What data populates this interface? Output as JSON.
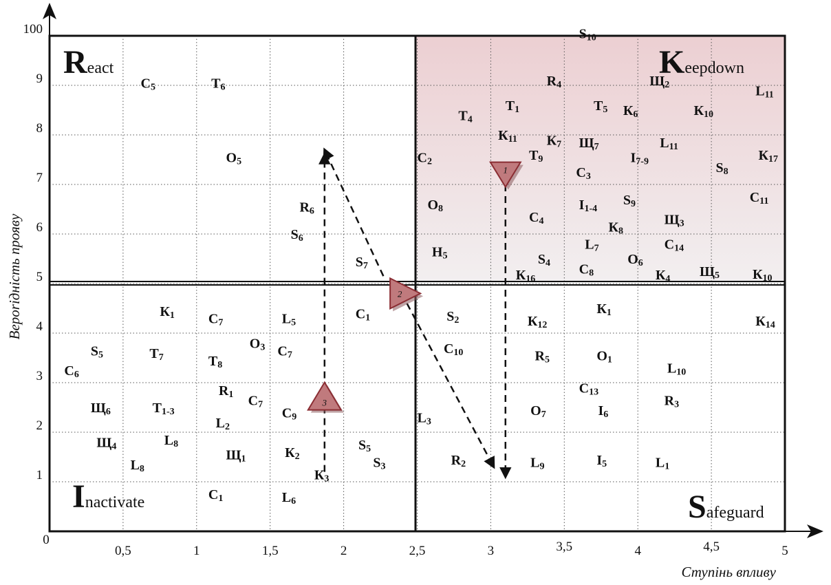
{
  "axes": {
    "x_title": "Ступінь впливу",
    "y_title": "Вероrідність прояву",
    "x_ticks": [
      {
        "v": 0,
        "t": "0"
      },
      {
        "v": 0.5,
        "t": "0,5"
      },
      {
        "v": 1,
        "t": "1"
      },
      {
        "v": 1.5,
        "t": "1,5"
      },
      {
        "v": 2,
        "t": "2"
      },
      {
        "v": 2.5,
        "t": "2,5"
      },
      {
        "v": 3,
        "t": "3"
      },
      {
        "v": 3.5,
        "t": "3,5"
      },
      {
        "v": 4,
        "t": "4"
      },
      {
        "v": 4.5,
        "t": "4,5"
      },
      {
        "v": 5,
        "t": "5"
      }
    ],
    "y_ticks": [
      {
        "v": 1,
        "t": "1"
      },
      {
        "v": 2,
        "t": "2"
      },
      {
        "v": 3,
        "t": "3"
      },
      {
        "v": 4,
        "t": "4"
      },
      {
        "v": 5,
        "t": "5"
      },
      {
        "v": 6,
        "t": "6"
      },
      {
        "v": 7,
        "t": "7"
      },
      {
        "v": 8,
        "t": "8"
      },
      {
        "v": 9,
        "t": "9"
      },
      {
        "v": 10,
        "t": "100"
      }
    ]
  },
  "quadrants": {
    "react": {
      "initial": "R",
      "rest": "eact"
    },
    "keepdown": {
      "initial": "K",
      "rest": "eepdown"
    },
    "inactivate": {
      "initial": "I",
      "rest": "nactivate"
    },
    "safeguard": {
      "initial": "S",
      "rest": "afeguard"
    }
  },
  "colors": {
    "keepdown_top": "#eccfd2",
    "keepdown_bottom": "#f2eff0",
    "marker_fill": "#c07a7d",
    "marker_stroke": "#8a2d33"
  },
  "markers": [
    {
      "num": "1",
      "dir": "down",
      "x": 3.1,
      "y": 7.2
    },
    {
      "num": "2",
      "dir": "right",
      "x": 2.4,
      "y": 4.8
    },
    {
      "num": "3",
      "dir": "up",
      "x": 1.87,
      "y": 2.7
    }
  ],
  "arrows": [
    {
      "from": [
        3.1,
        7.0
      ],
      "to": [
        3.1,
        1.1
      ]
    },
    {
      "from": [
        2.43,
        4.6
      ],
      "to": [
        3.02,
        1.3
      ]
    },
    {
      "from": [
        2.27,
        5.15
      ],
      "to": [
        1.87,
        7.7
      ]
    },
    {
      "from": [
        1.87,
        1.2
      ],
      "to": [
        1.87,
        7.6
      ]
    }
  ],
  "items": [
    {
      "b": "C",
      "s": "5",
      "x": 0.62,
      "y": 8.95
    },
    {
      "b": "T",
      "s": "6",
      "x": 1.1,
      "y": 8.95
    },
    {
      "b": "O",
      "s": "5",
      "x": 1.2,
      "y": 7.45
    },
    {
      "b": "R",
      "s": "6",
      "x": 1.7,
      "y": 6.45
    },
    {
      "b": "S",
      "s": "6",
      "x": 1.64,
      "y": 5.9
    },
    {
      "b": "S",
      "s": "7",
      "x": 2.08,
      "y": 5.35
    },
    {
      "b": "S",
      "s": "10",
      "x": 3.6,
      "y": 9.95
    },
    {
      "b": "R",
      "s": "4",
      "x": 3.38,
      "y": 9.0
    },
    {
      "b": "Щ",
      "s": "2",
      "x": 4.08,
      "y": 9.0
    },
    {
      "b": "L",
      "s": "11",
      "x": 4.8,
      "y": 8.8
    },
    {
      "b": "T",
      "s": "1",
      "x": 3.1,
      "y": 8.5
    },
    {
      "b": "T",
      "s": "5",
      "x": 3.7,
      "y": 8.5
    },
    {
      "b": "К",
      "s": "6",
      "x": 3.9,
      "y": 8.4
    },
    {
      "b": "К",
      "s": "10",
      "x": 4.38,
      "y": 8.4
    },
    {
      "b": "T",
      "s": "4",
      "x": 2.78,
      "y": 8.3
    },
    {
      "b": "К",
      "s": "11",
      "x": 3.05,
      "y": 7.9
    },
    {
      "b": "К",
      "s": "7",
      "x": 3.38,
      "y": 7.8
    },
    {
      "b": "Щ",
      "s": "7",
      "x": 3.6,
      "y": 7.75
    },
    {
      "b": "L",
      "s": "11",
      "x": 4.15,
      "y": 7.75
    },
    {
      "b": "C",
      "s": "2",
      "x": 2.5,
      "y": 7.45
    },
    {
      "b": "T",
      "s": "9",
      "x": 3.26,
      "y": 7.5
    },
    {
      "b": "I",
      "s": "7-9",
      "x": 3.95,
      "y": 7.45
    },
    {
      "b": "К",
      "s": "17",
      "x": 4.82,
      "y": 7.5
    },
    {
      "b": "S",
      "s": "8",
      "x": 4.53,
      "y": 7.25
    },
    {
      "b": "C",
      "s": "3",
      "x": 3.58,
      "y": 7.15
    },
    {
      "b": "O",
      "s": "8",
      "x": 2.57,
      "y": 6.5
    },
    {
      "b": "I",
      "s": "1-4",
      "x": 3.6,
      "y": 6.5
    },
    {
      "b": "S",
      "s": "9",
      "x": 3.9,
      "y": 6.6
    },
    {
      "b": "C",
      "s": "11",
      "x": 4.76,
      "y": 6.65
    },
    {
      "b": "C",
      "s": "4",
      "x": 3.26,
      "y": 6.25
    },
    {
      "b": "Щ",
      "s": "3",
      "x": 4.18,
      "y": 6.2
    },
    {
      "b": "К",
      "s": "8",
      "x": 3.8,
      "y": 6.05
    },
    {
      "b": "L",
      "s": "7",
      "x": 3.64,
      "y": 5.7
    },
    {
      "b": "C",
      "s": "14",
      "x": 4.18,
      "y": 5.7
    },
    {
      "b": "H",
      "s": "5",
      "x": 2.6,
      "y": 5.55
    },
    {
      "b": "S",
      "s": "4",
      "x": 3.32,
      "y": 5.4
    },
    {
      "b": "O",
      "s": "6",
      "x": 3.93,
      "y": 5.4
    },
    {
      "b": "C",
      "s": "8",
      "x": 3.6,
      "y": 5.2
    },
    {
      "b": "К",
      "s": "16",
      "x": 3.17,
      "y": 5.08
    },
    {
      "b": "К",
      "s": "4",
      "x": 4.12,
      "y": 5.08
    },
    {
      "b": "Щ",
      "s": "5",
      "x": 4.42,
      "y": 5.15
    },
    {
      "b": "К",
      "s": "10",
      "x": 4.78,
      "y": 5.1
    },
    {
      "b": "К",
      "s": "1",
      "x": 0.75,
      "y": 4.35
    },
    {
      "b": "C",
      "s": "7",
      "x": 1.08,
      "y": 4.2
    },
    {
      "b": "L",
      "s": "5",
      "x": 1.58,
      "y": 4.2
    },
    {
      "b": "C",
      "s": "1",
      "x": 2.08,
      "y": 4.3
    },
    {
      "b": "O",
      "s": "3",
      "x": 1.36,
      "y": 3.7
    },
    {
      "b": "C",
      "s": "7",
      "x": 1.55,
      "y": 3.55
    },
    {
      "b": "S",
      "s": "5",
      "x": 0.28,
      "y": 3.55
    },
    {
      "b": "T",
      "s": "7",
      "x": 0.68,
      "y": 3.5
    },
    {
      "b": "T",
      "s": "8",
      "x": 1.08,
      "y": 3.35
    },
    {
      "b": "C",
      "s": "6",
      "x": 0.1,
      "y": 3.15
    },
    {
      "b": "R",
      "s": "1",
      "x": 1.15,
      "y": 2.75
    },
    {
      "b": "C",
      "s": "7",
      "x": 1.35,
      "y": 2.55
    },
    {
      "b": "Щ",
      "s": "6",
      "x": 0.28,
      "y": 2.4
    },
    {
      "b": "T",
      "s": "1-3",
      "x": 0.7,
      "y": 2.4
    },
    {
      "b": "C",
      "s": "9",
      "x": 1.58,
      "y": 2.3
    },
    {
      "b": "L",
      "s": "2",
      "x": 1.13,
      "y": 2.1
    },
    {
      "b": "L",
      "s": "8",
      "x": 0.78,
      "y": 1.75
    },
    {
      "b": "Щ",
      "s": "4",
      "x": 0.32,
      "y": 1.7
    },
    {
      "b": "Щ",
      "s": "1",
      "x": 1.2,
      "y": 1.45
    },
    {
      "b": "К",
      "s": "2",
      "x": 1.6,
      "y": 1.5
    },
    {
      "b": "L",
      "s": "8",
      "x": 0.55,
      "y": 1.25
    },
    {
      "b": "К",
      "s": "3",
      "x": 1.8,
      "y": 1.05
    },
    {
      "b": "S",
      "s": "5",
      "x": 2.1,
      "y": 1.65
    },
    {
      "b": "S",
      "s": "3",
      "x": 2.2,
      "y": 1.3
    },
    {
      "b": "C",
      "s": "1",
      "x": 1.08,
      "y": 0.65
    },
    {
      "b": "L",
      "s": "6",
      "x": 1.58,
      "y": 0.6
    },
    {
      "b": "S",
      "s": "2",
      "x": 2.7,
      "y": 4.25
    },
    {
      "b": "К",
      "s": "12",
      "x": 3.25,
      "y": 4.15
    },
    {
      "b": "К",
      "s": "1",
      "x": 3.72,
      "y": 4.4
    },
    {
      "b": "К",
      "s": "14",
      "x": 4.8,
      "y": 4.15
    },
    {
      "b": "C",
      "s": "10",
      "x": 2.68,
      "y": 3.6
    },
    {
      "b": "R",
      "s": "5",
      "x": 3.3,
      "y": 3.45
    },
    {
      "b": "O",
      "s": "1",
      "x": 3.72,
      "y": 3.45
    },
    {
      "b": "L",
      "s": "10",
      "x": 4.2,
      "y": 3.2
    },
    {
      "b": "C",
      "s": "13",
      "x": 3.6,
      "y": 2.8
    },
    {
      "b": "R",
      "s": "3",
      "x": 4.18,
      "y": 2.55
    },
    {
      "b": "O",
      "s": "7",
      "x": 3.27,
      "y": 2.35
    },
    {
      "b": "I",
      "s": "6",
      "x": 3.73,
      "y": 2.35
    },
    {
      "b": "L",
      "s": "3",
      "x": 2.5,
      "y": 2.2
    },
    {
      "b": "R",
      "s": "2",
      "x": 2.73,
      "y": 1.35
    },
    {
      "b": "L",
      "s": "9",
      "x": 3.27,
      "y": 1.3
    },
    {
      "b": "I",
      "s": "5",
      "x": 3.72,
      "y": 1.35
    },
    {
      "b": "L",
      "s": "1",
      "x": 4.12,
      "y": 1.3
    }
  ]
}
